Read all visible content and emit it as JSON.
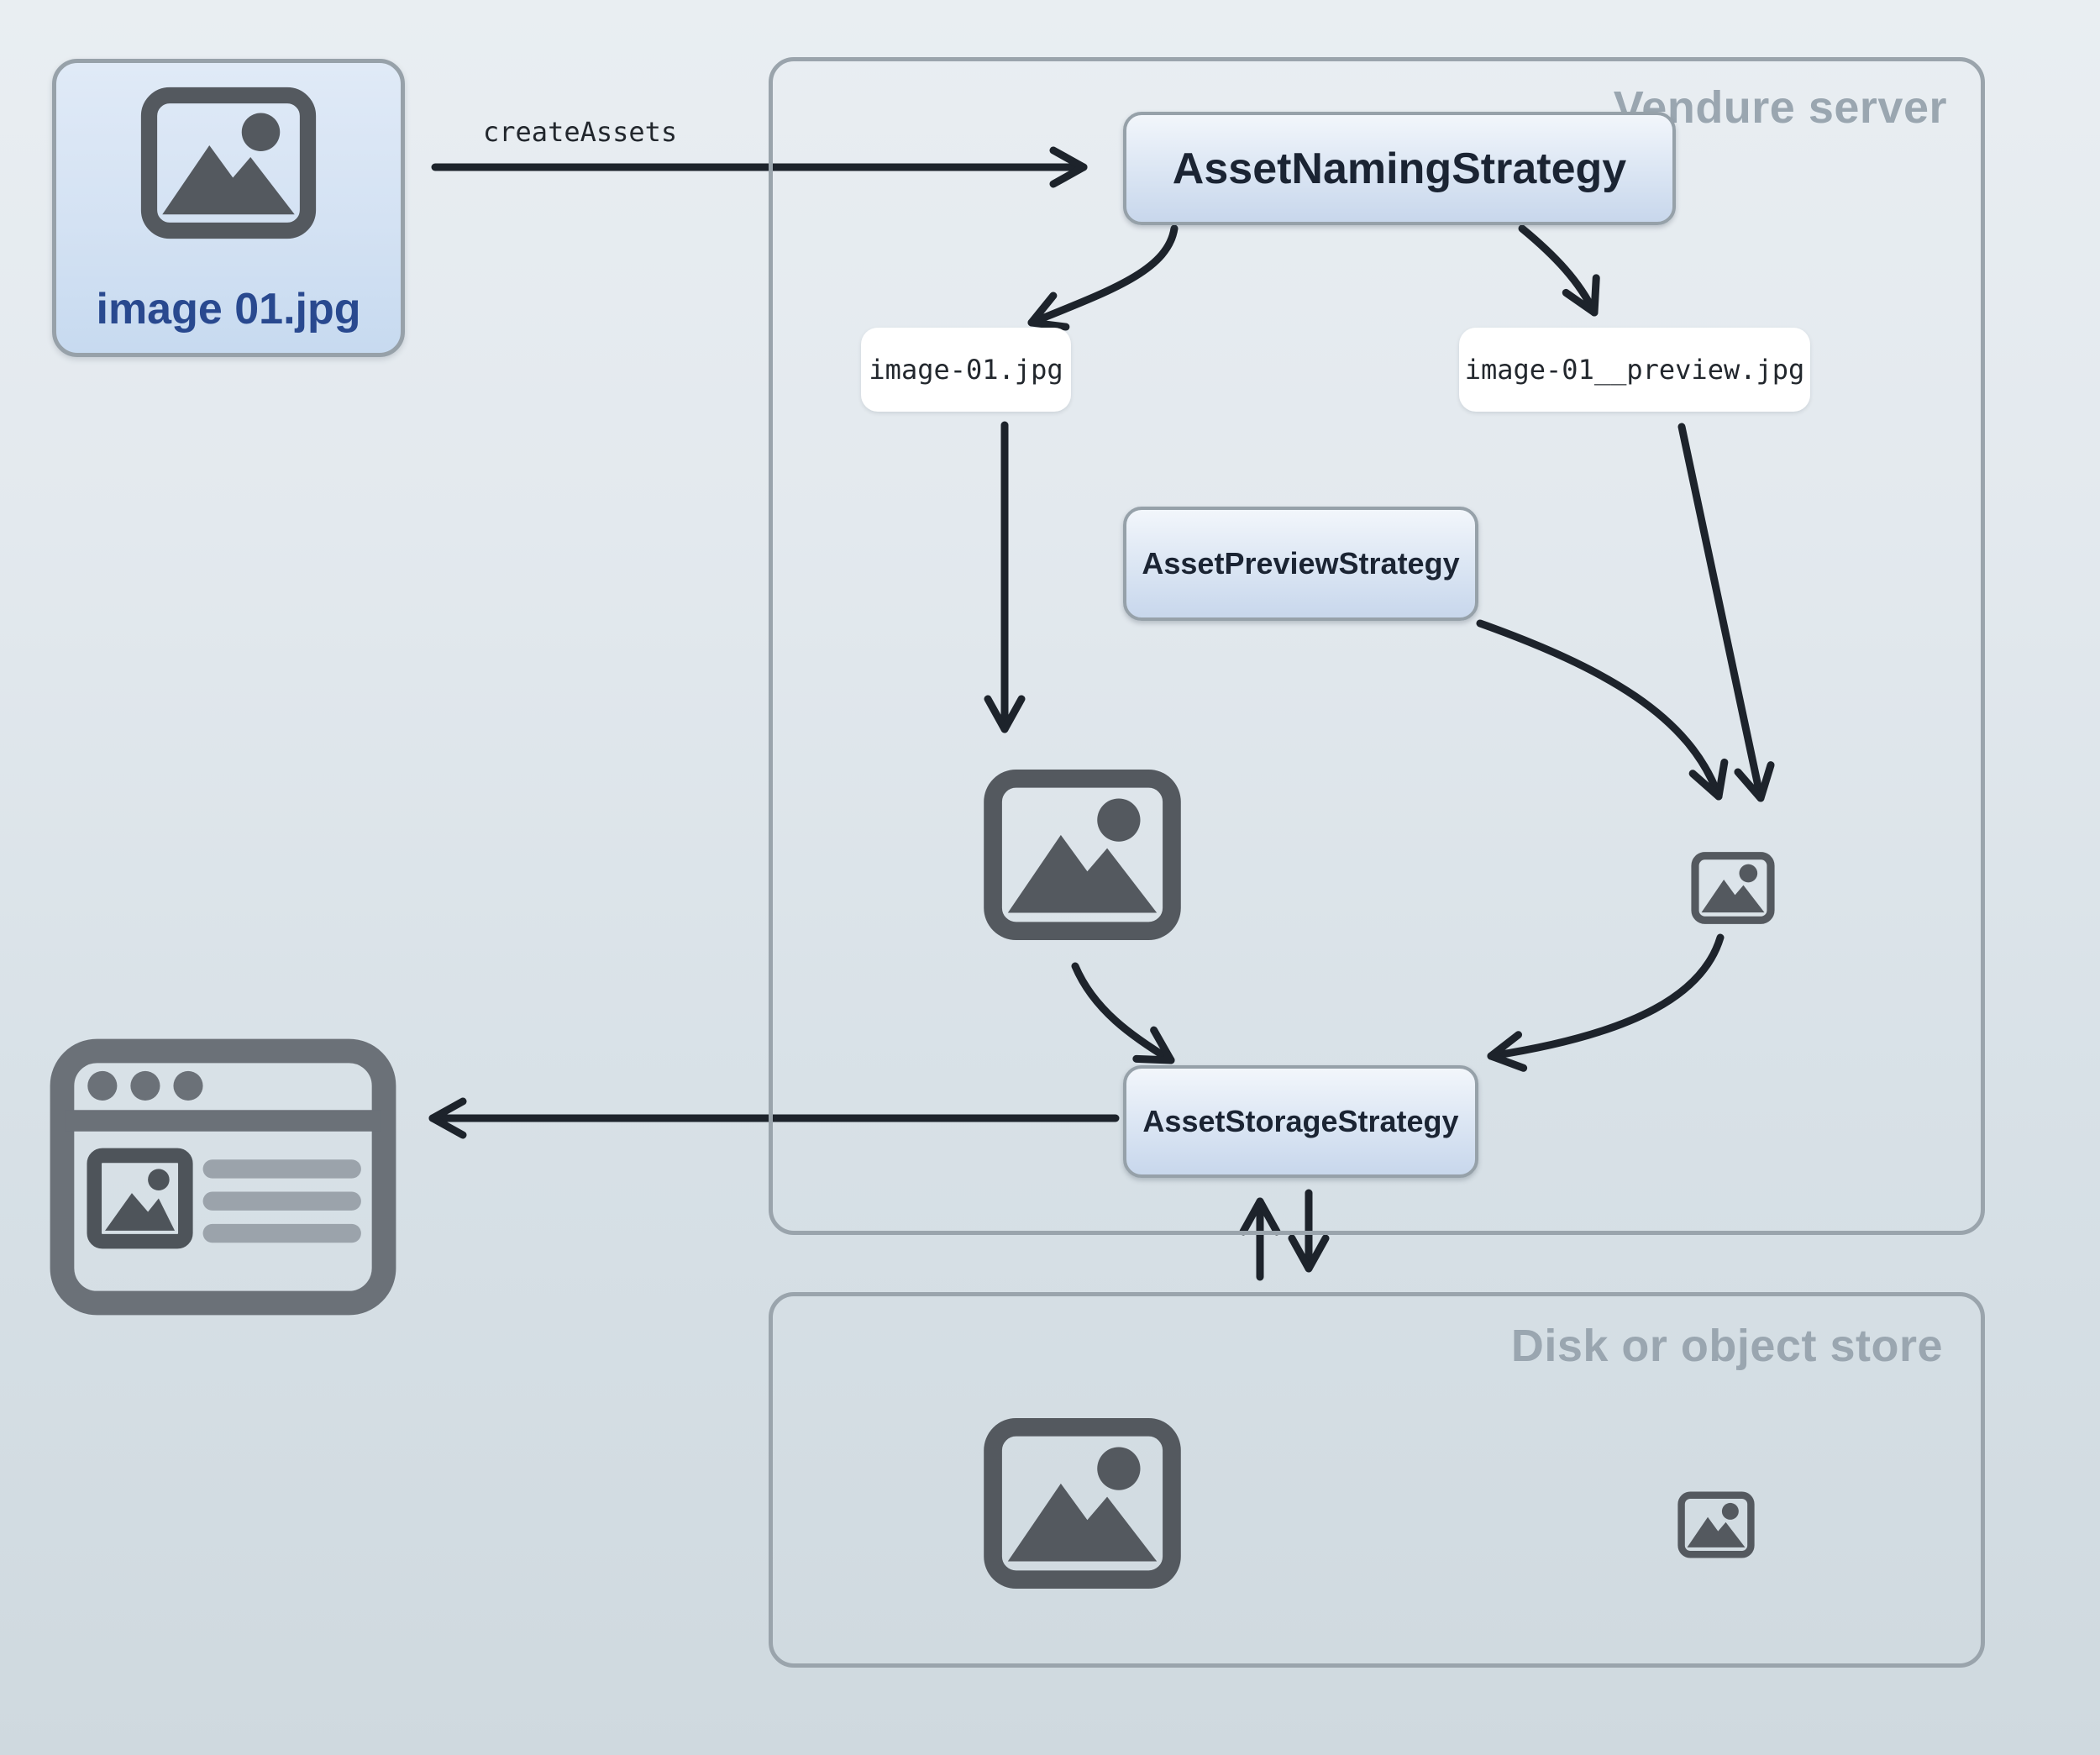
{
  "upload_card": {
    "filename": "image 01.jpg"
  },
  "flow": {
    "create_assets_label": "createAssets"
  },
  "vendure_server": {
    "title": "Vendure server",
    "asset_naming_strategy": "AssetNamingStrategy",
    "asset_preview_strategy": "AssetPreviewStrategy",
    "asset_storage_strategy": "AssetStorageStrategy",
    "original_filename": "image-01.jpg",
    "preview_filename": "image-01__preview.jpg"
  },
  "disk_store": {
    "title": "Disk or object store"
  },
  "icons": {
    "upload": "image-placeholder-icon",
    "source_asset": "image-placeholder-icon",
    "preview_asset": "image-placeholder-icon-small",
    "stored_asset": "image-placeholder-icon",
    "stored_preview": "image-placeholder-icon-small",
    "browser": "browser-window-icon"
  },
  "colors": {
    "arrow": "#1d232b",
    "accent_text": "#29498f",
    "muted_label": "#9aa6b0",
    "icon_gray": "#54595f",
    "browser_gray": "#6b7178",
    "box_border": "#96a1a9",
    "container_border": "#9aa4ac",
    "pill_background": "#ffffff",
    "box_gradient_top": "#f2f6fb",
    "box_gradient_bottom": "#c8d7ec"
  }
}
